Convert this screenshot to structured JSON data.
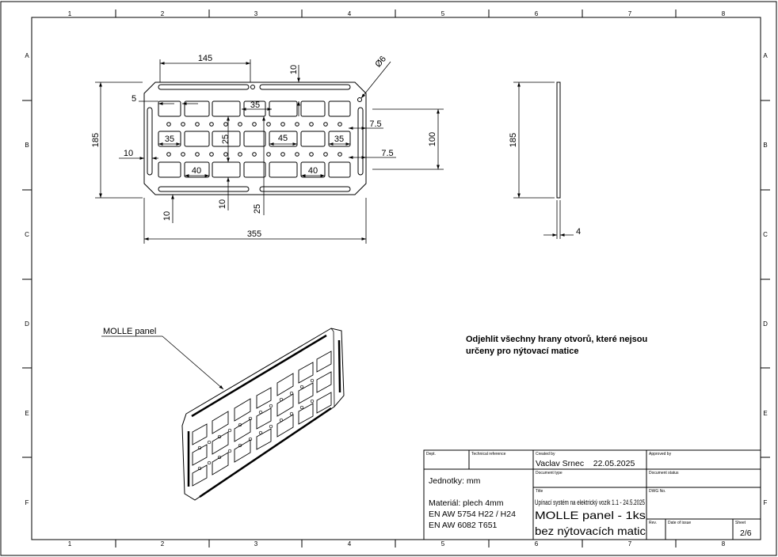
{
  "frame": {
    "columns": [
      "1",
      "2",
      "3",
      "4",
      "5",
      "6",
      "7",
      "8"
    ],
    "rows": [
      "A",
      "B",
      "C",
      "D",
      "E",
      "F"
    ]
  },
  "front_view_dims": {
    "d145": "145",
    "d10_top": "10",
    "d6": "Ø6",
    "d5": "5",
    "d35_top": "35",
    "d7_5_top": "7.5",
    "d185": "185",
    "d35_left": "35",
    "d25_mid": "25",
    "d45": "45",
    "d35_right": "35",
    "d10_left": "10",
    "d7_5_bottom": "7.5",
    "d100": "100",
    "d40_left": "40",
    "d40_right": "40",
    "d10_bottom_left": "10",
    "d10_bottom_mid": "10",
    "d25_bottom": "25",
    "d355": "355"
  },
  "side_view_dims": {
    "d185": "185",
    "d4": "4"
  },
  "iso_view": {
    "label": "MOLLE panel"
  },
  "note": {
    "line1": "Odjehlit všechny hrany otvorů, které nejsou",
    "line2": "určeny pro nýtovací matice"
  },
  "title_block": {
    "dept_label": "Dept.",
    "techref_label": "Technical reference",
    "created_label": "Created by",
    "created_value": "Vaclav Srnec    22.05.2025",
    "approved_label": "Approved by",
    "doctype_label": "Document type",
    "docstatus_label": "Document status",
    "units": "Jednotky: mm",
    "title_label": "Title",
    "dwgno_label": "DWG No.",
    "project": "Upínací systém na elektrický vozík 1.1 - 24.5.2025",
    "title_line1": "MOLLE panel - 1ks",
    "title_line2": "bez nýtovacích matic",
    "material1": "Materiál: plech 4mm",
    "material2": "EN AW 5754 H22 / H24",
    "material3": "EN AW 6082 T651",
    "rev_label": "Rev.",
    "date_issue_label": "Date of issue",
    "sheet_label": "Sheet",
    "sheet_value": "2/6"
  }
}
